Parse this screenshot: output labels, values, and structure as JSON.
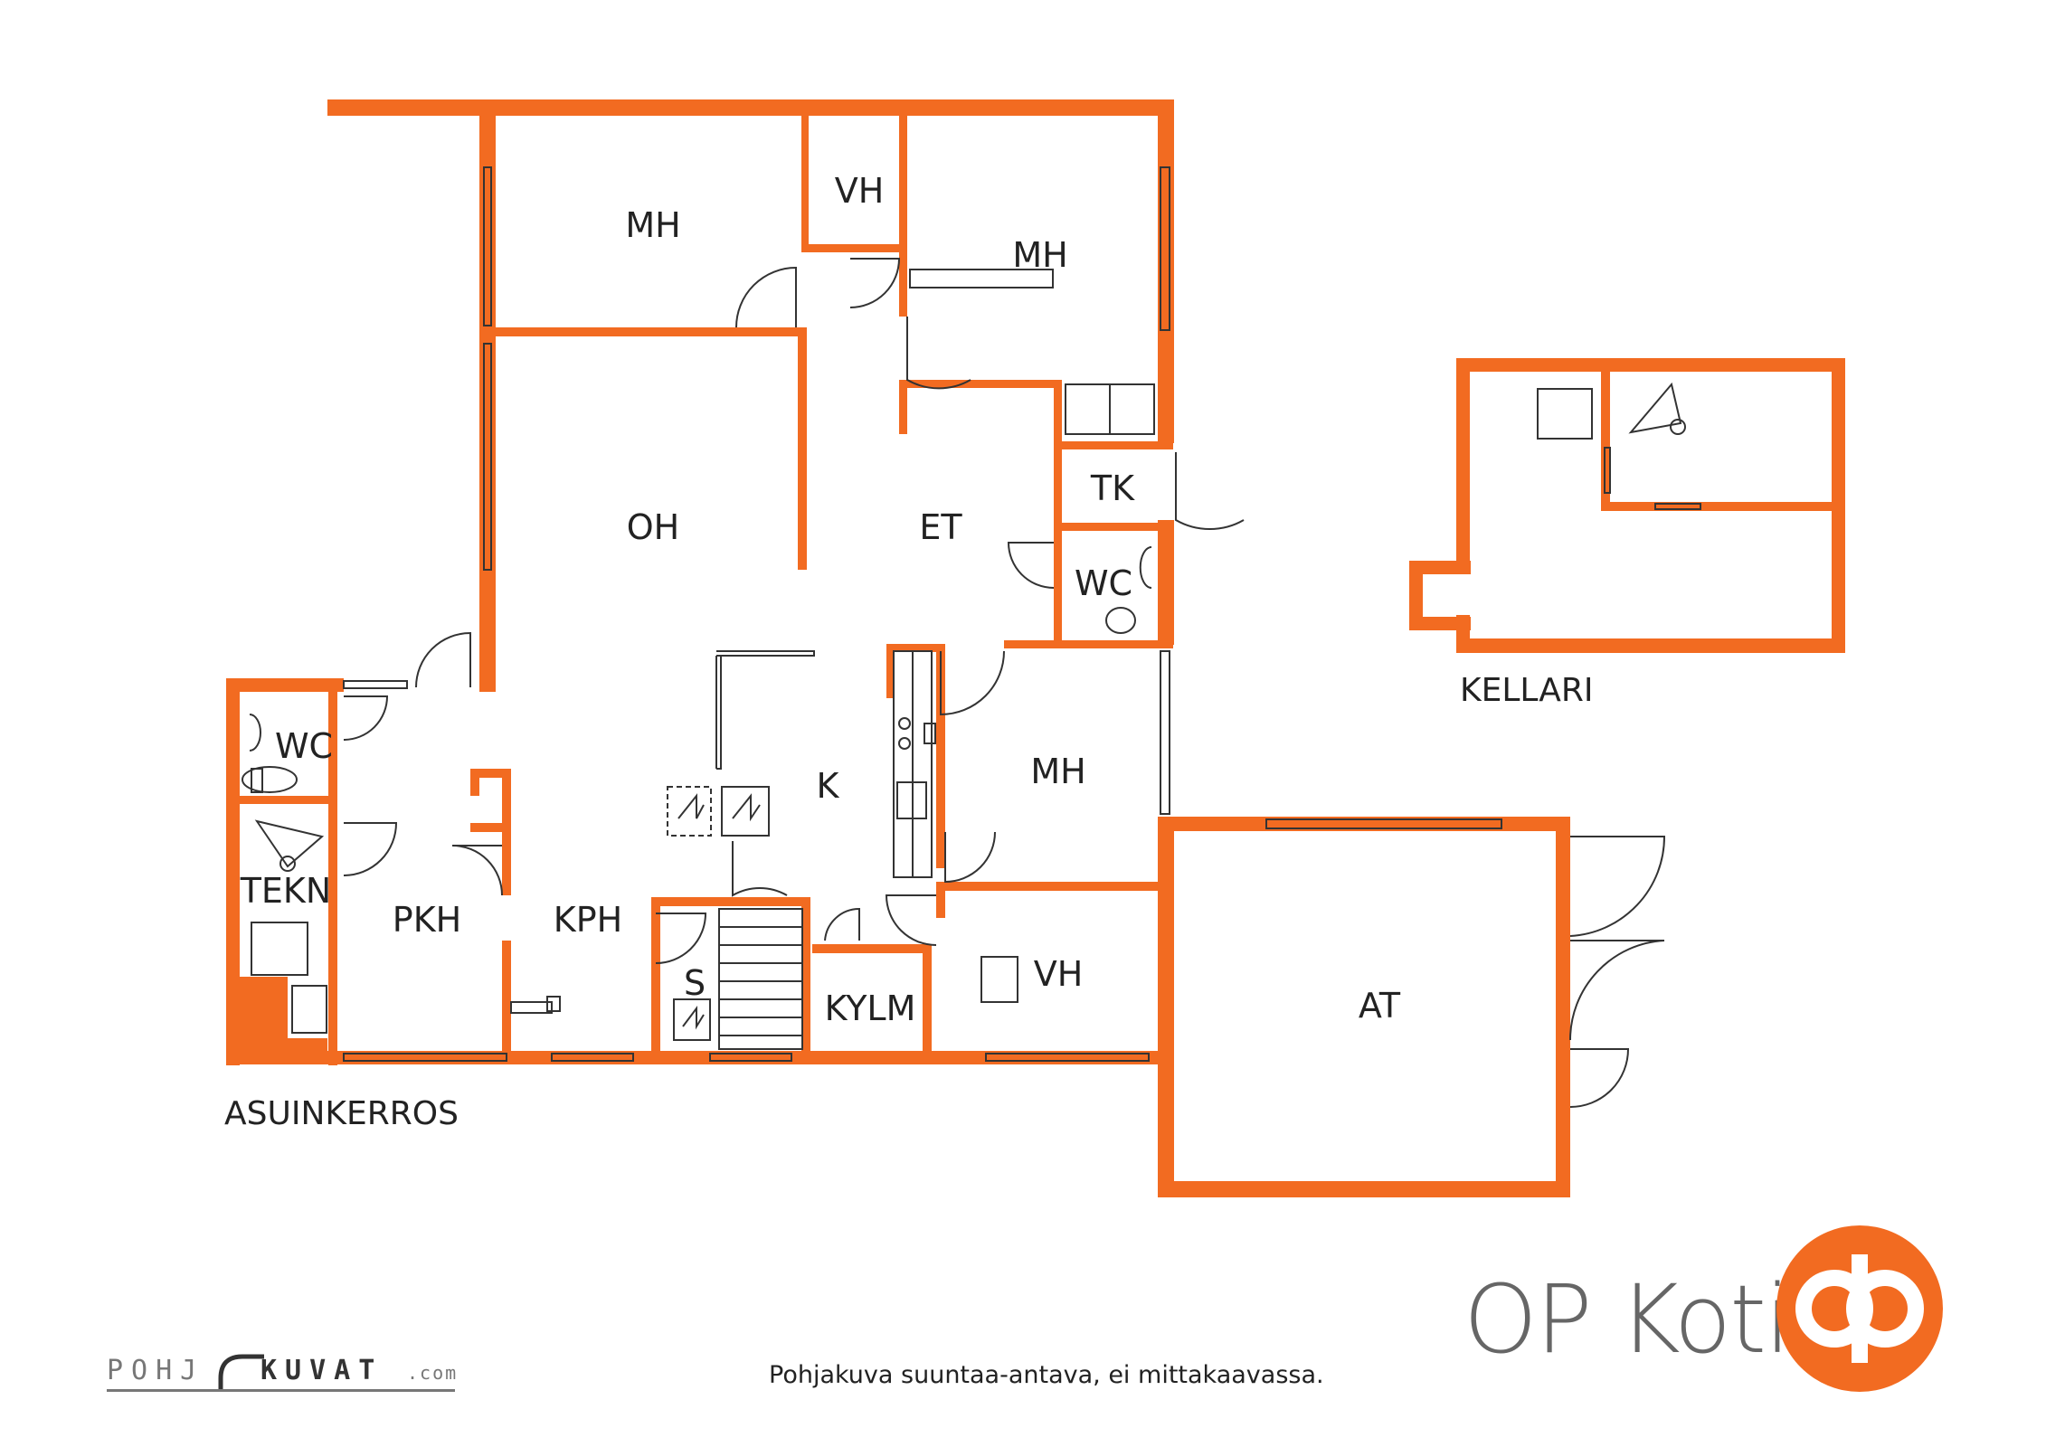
{
  "rooms": {
    "mh1": "MH",
    "vh1": "VH",
    "mh2": "MH",
    "oh": "OH",
    "et": "ET",
    "tk": "TK",
    "wc1": "WC",
    "wc2": "WC",
    "tekn": "TEKN",
    "pkh": "PKH",
    "kph": "KPH",
    "k": "K",
    "s": "S",
    "kylm": "KYLM",
    "mh3": "MH",
    "vh2": "VH",
    "at": "AT"
  },
  "sections": {
    "main": "ASUINKERROS",
    "basement": "KELLARI"
  },
  "footer": {
    "disclaimer": "Pohjakuva suuntaa-antava, ei mittakaavassa.",
    "brand": "OP Koti",
    "credit_left": "POHJ",
    "credit_right": "KUVAT",
    "credit_domain": ".com"
  },
  "colors": {
    "wall": "#F26B21",
    "line": "#333333",
    "text": "#222222",
    "brand_grey": "#666666"
  },
  "icons": {
    "logo": "op-logo-icon"
  }
}
